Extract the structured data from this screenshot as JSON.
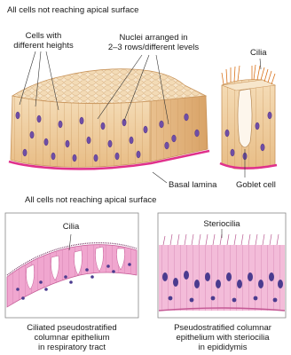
{
  "top_note": "All cells not reaching apical surface",
  "mid_note": "All cells not reaching apical surface",
  "labels": {
    "cells_heights_1": "Cells with",
    "cells_heights_2": "different heights",
    "nuclei_1": "Nuclei arranged in",
    "nuclei_2": "2–3 rows/different levels",
    "cilia_top": "Cilia",
    "basal_lamina": "Basal lamina",
    "goblet_cell": "Goblet cell"
  },
  "panels": [
    {
      "tag": "Cilia",
      "caption_1": "Ciliated pseudostratified",
      "caption_2": "columnar epithelium",
      "caption_3": "in respiratory tract"
    },
    {
      "tag": "Steriocilia",
      "caption_1": "Pseudostratified columnar",
      "caption_2": "epithelium with steriocilia",
      "caption_3": "in epididymis"
    }
  ],
  "colors": {
    "cell_fill": "#f1d3a6",
    "cell_dark": "#dba66c",
    "nucleus": "#6f4ea6",
    "basal": "#e0318c",
    "tissue_pink": "#e79ac6",
    "tissue_light": "#f6cfe3",
    "cilia_orange": "#d9731c"
  }
}
